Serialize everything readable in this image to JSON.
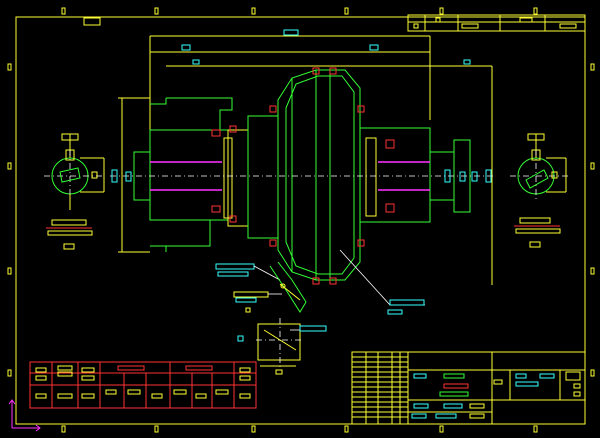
{
  "drawing": {
    "background": "#000000",
    "colors": {
      "frame": "#ffff33",
      "outline": "#33ff33",
      "dimension": "#33ffff",
      "bolt": "#ff3333",
      "shaft": "#ff33ff",
      "centerline": "#ffffff"
    },
    "views": [
      "front-section-view",
      "left-end-view",
      "right-end-view",
      "detail-view"
    ],
    "parts_list_rows": 13,
    "ucs_icon": "axis-icon"
  }
}
